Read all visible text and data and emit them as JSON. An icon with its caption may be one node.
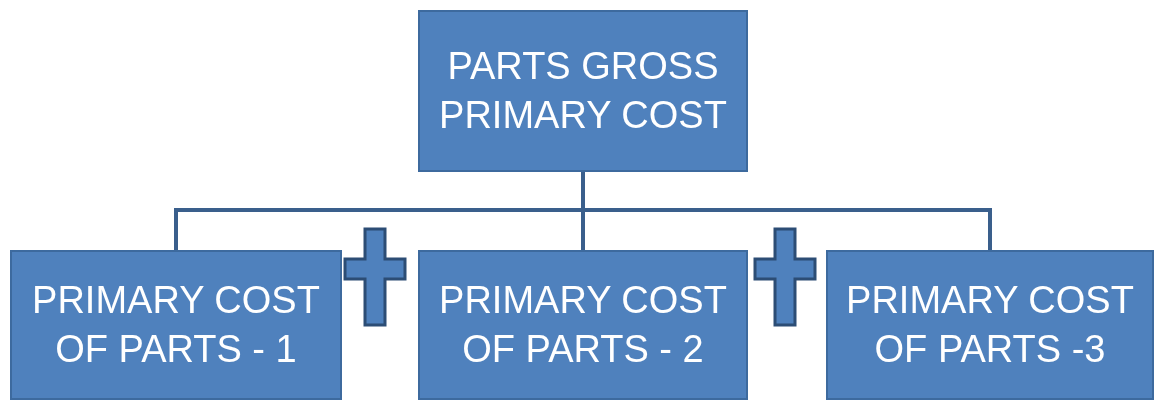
{
  "diagram": {
    "nodes": [
      {
        "text": [
          "PARTS GROSS PRIMARY COST"
        ]
      },
      {
        "text": [
          "PRIMARY COST OF PARTS - 1"
        ]
      },
      {
        "text": [
          "PRIMARY COST OF PARTS - 2"
        ]
      },
      {
        "text": [
          "PRIMARY COST OF PARTS -3"
        ]
      }
    ],
    "edges": [
      {
        "from": 0,
        "to": 1,
        "arrow": "none"
      },
      {
        "from": 0,
        "to": 2,
        "arrow": "none"
      },
      {
        "from": 0,
        "to": 3,
        "arrow": "none"
      }
    ]
  }
}
